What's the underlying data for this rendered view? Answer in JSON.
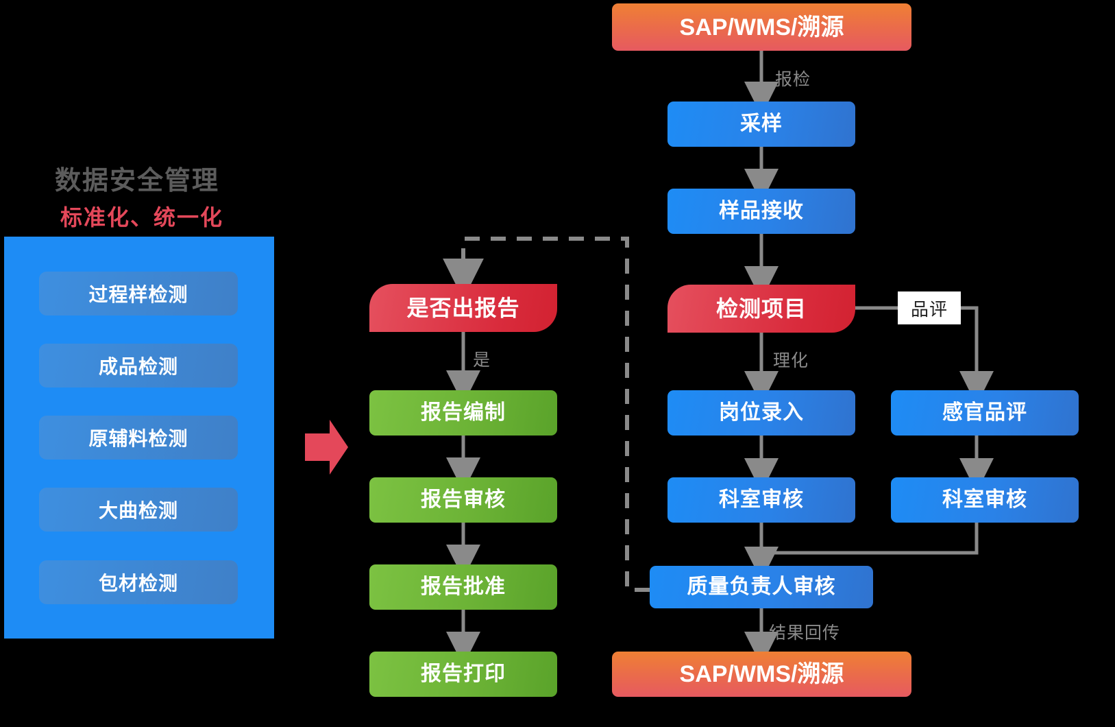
{
  "left_panel": {
    "title": "数据安全管理",
    "subtitle": "标准化、统一化",
    "items": [
      {
        "label": "过程样检测"
      },
      {
        "label": "成品检测"
      },
      {
        "label": "原辅料检测"
      },
      {
        "label": "大曲检测"
      },
      {
        "label": "包材检测"
      }
    ]
  },
  "report_flow": {
    "decision": "是否出报告",
    "decision_yes_label": "是",
    "steps": [
      {
        "label": "报告编制"
      },
      {
        "label": "报告审核"
      },
      {
        "label": "报告批准"
      },
      {
        "label": "报告打印"
      }
    ]
  },
  "main_flow": {
    "source": "SAP/WMS/溯源",
    "source_edge_label": "报检",
    "sampling": "采样",
    "sample_receive": "样品接收",
    "test_items": "检测项目",
    "physchem_label": "理化",
    "tasting_label": "品评",
    "station_entry": "岗位录入",
    "sensory_tasting": "感官品评",
    "dept_review_left": "科室审核",
    "dept_review_right": "科室审核",
    "quality_manager_review": "质量负责人审核",
    "result_return_label": "结果回传",
    "sink": "SAP/WMS/溯源"
  },
  "colors": {
    "blue": "#1e8cf5",
    "green": "#6cb336",
    "red": "#d92b3c",
    "orange": "#ef8034",
    "arrow_gray": "#8a8a8a",
    "panel_item": "#3e8fe0",
    "title_gray": "#5c5c5c",
    "accent_red": "#e4485a"
  }
}
